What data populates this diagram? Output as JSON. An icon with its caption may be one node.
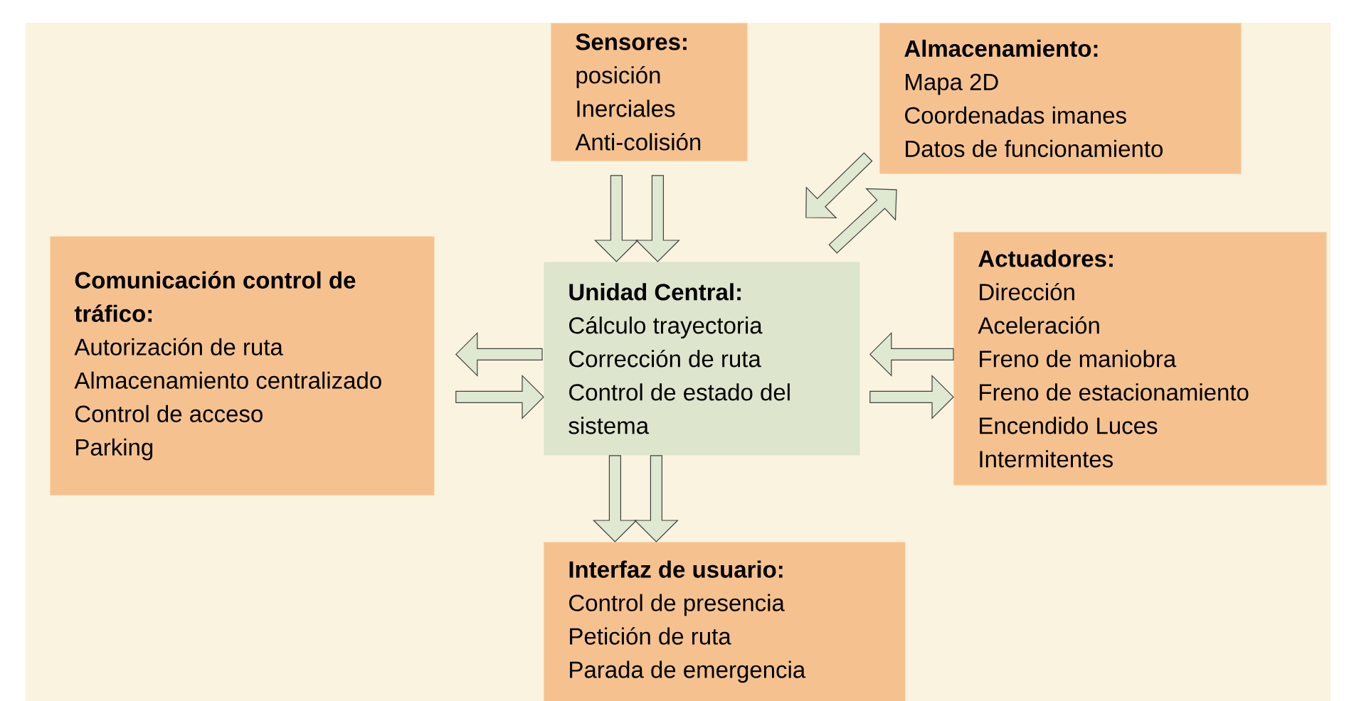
{
  "diagram": {
    "nodes": [
      {
        "text": [
          "Sensores:",
          "posición",
          "Inerciales",
          "Anti-colisión"
        ]
      },
      {
        "text": [
          "Almacenamiento:",
          "Mapa 2D",
          "Coordenadas imanes",
          "Datos de funcionamiento"
        ]
      },
      {
        "text": [
          "Comunicación control de tráfico:",
          "Autorización de ruta",
          "Almacenamiento centralizado",
          "Control de acceso",
          "Parking"
        ]
      },
      {
        "text": [
          "Unidad Central:",
          "Cálculo trayectoria",
          "Corrección de ruta",
          "Control de estado del sistema"
        ]
      },
      {
        "text": [
          "Actuadores:",
          "Dirección",
          "Aceleración",
          "Freno de maniobra",
          "Freno de estacionamiento",
          "Encendido Luces",
          "Intermitentes"
        ]
      },
      {
        "text": [
          "Interfaz de usuario:",
          "Control de presencia",
          "Petición de ruta",
          "Parada de emergencia"
        ]
      }
    ],
    "edges": [
      {
        "from": 0,
        "to": 3,
        "arrow": "to"
      },
      {
        "from": 0,
        "to": 3,
        "arrow": "to"
      },
      {
        "from": 1,
        "to": 3,
        "arrow": "to"
      },
      {
        "from": 3,
        "to": 1,
        "arrow": "to"
      },
      {
        "from": 3,
        "to": 2,
        "arrow": "to"
      },
      {
        "from": 2,
        "to": 3,
        "arrow": "to"
      },
      {
        "from": 4,
        "to": 3,
        "arrow": "to"
      },
      {
        "from": 3,
        "to": 4,
        "arrow": "to"
      },
      {
        "from": 3,
        "to": 5,
        "arrow": "to"
      },
      {
        "from": 3,
        "to": 5,
        "arrow": "to"
      }
    ]
  }
}
